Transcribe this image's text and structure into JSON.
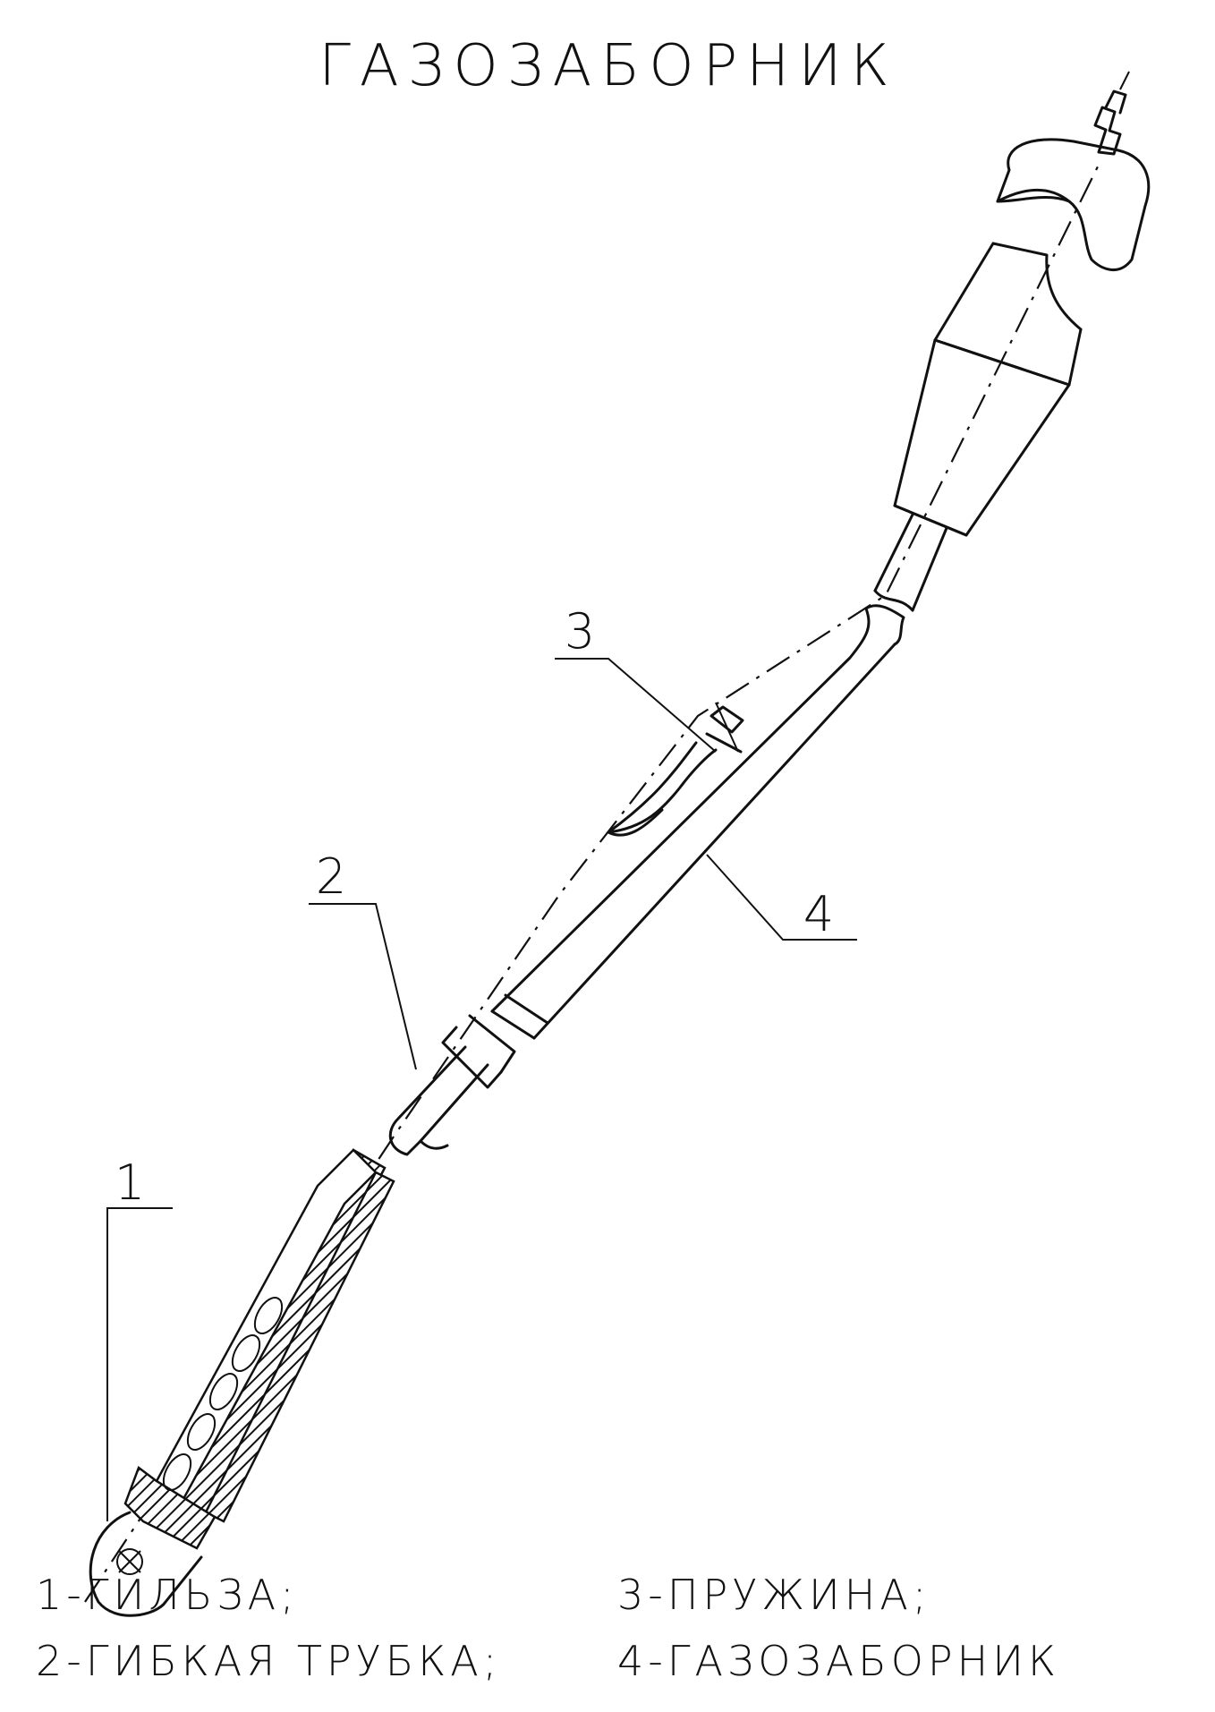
{
  "title": "ГАЗОЗАБОРНИК",
  "callouts": [
    {
      "number": "1"
    },
    {
      "number": "2"
    },
    {
      "number": "3"
    },
    {
      "number": "4"
    }
  ],
  "legend": [
    {
      "text": "1-ГИЛЬЗА;"
    },
    {
      "text": "2-ГИБКАЯ ТРУБКА;"
    },
    {
      "text": "3-ПРУЖИНА;"
    },
    {
      "text": "4-ГАЗОЗАБОРНИК"
    }
  ]
}
